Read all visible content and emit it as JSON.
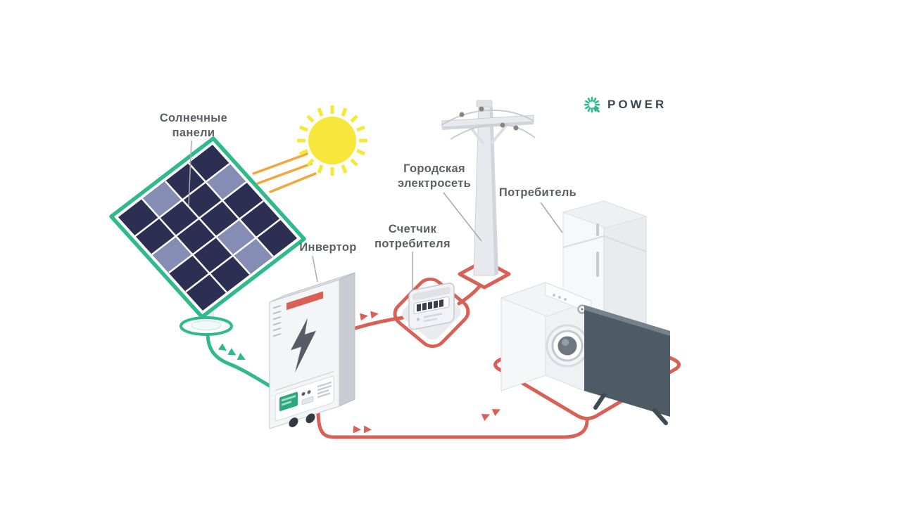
{
  "logo": {
    "text": "POWER"
  },
  "labels": {
    "solar_panels": "Солнечные\nпанели",
    "inverter": "Инвертор",
    "consumer_meter": "Счетчик\nпотребителя",
    "city_grid": "Городская\nэлектросеть",
    "consumer": "Потребитель"
  },
  "colors": {
    "green": "#2fb98d",
    "red": "#d96055",
    "sun_yellow": "#f8e73b",
    "ray_orange": "#f0a73c",
    "panel_cell_dark": "#2c2f52",
    "panel_cell_light": "#9098bf",
    "tv_screen": "#4e5a64",
    "label_text": "#5c6066",
    "logo_text": "#3c4850"
  }
}
